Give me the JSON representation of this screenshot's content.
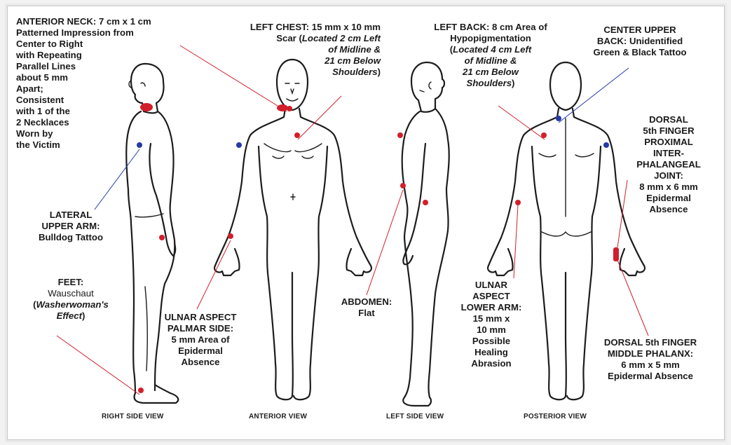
{
  "colors": {
    "red": "#d21f2b",
    "blue": "#263aa6",
    "outline": "#1c1c1c"
  },
  "views": [
    "RIGHT SIDE VIEW",
    "ANTERIOR VIEW",
    "LEFT SIDE VIEW",
    "POSTERIOR VIEW"
  ],
  "labels": {
    "anterior_neck": [
      "ANTERIOR NECK:  7 cm  x 1 cm",
      "Patterned Impression from",
      "Center to Right",
      "with Repeating",
      "Parallel Lines",
      "about 5 mm",
      "Apart;",
      "Consistent",
      "with 1 of the",
      "2 Necklaces",
      "Worn by",
      "the Victim"
    ],
    "left_chest": {
      "line1": "LEFT CHEST:  15 mm x 10 mm",
      "line2a": "Scar (",
      "line2b": "Located 2 cm Left",
      "line3": "of Midline &",
      "line4": "21 cm Below",
      "line5": "Shoulders",
      "line5end": ")"
    },
    "left_back": {
      "line1": "LEFT BACK:  8 cm Area of",
      "line2": "Hypopigmentation",
      "line3a": "(",
      "line3b": "Located 4 cm Left",
      "line4": "of Midline &",
      "line5": "21 cm Below",
      "line6": "Shoulders",
      "line6end": ")"
    },
    "center_upper_back": [
      "CENTER UPPER",
      "BACK:  Unidentified",
      "Green & Black Tattoo"
    ],
    "lateral_upper_arm": [
      "LATERAL",
      "UPPER ARM:",
      "Bulldog Tattoo"
    ],
    "feet": {
      "line1": "FEET:",
      "line2": "Wauschaut",
      "line3a": "(",
      "line3b": "Washerwoman's",
      "line4": "Effect",
      "line4end": ")"
    },
    "ulnar_palmar": [
      "ULNAR ASPECT",
      "PALMAR SIDE:",
      "5 mm Area of",
      "Epidermal",
      "Absence"
    ],
    "abdomen": [
      "ABDOMEN:",
      "Flat"
    ],
    "ulnar_lower_arm": [
      "ULNAR",
      "ASPECT",
      "LOWER ARM:",
      "15 mm x",
      "10 mm",
      "Possible",
      "Healing",
      "Abrasion"
    ],
    "dorsal_pip": [
      "DORSAL",
      "5th FINGER",
      "PROXIMAL",
      "INTER-",
      "PHALANGEAL",
      "JOINT:",
      "8 mm x 6 mm",
      "Epidermal",
      "Absence"
    ],
    "dorsal_middle": [
      "DORSAL 5th FINGER",
      "MIDDLE PHALANX:",
      "6 mm x 5 mm",
      "Epidermal Absence"
    ]
  }
}
